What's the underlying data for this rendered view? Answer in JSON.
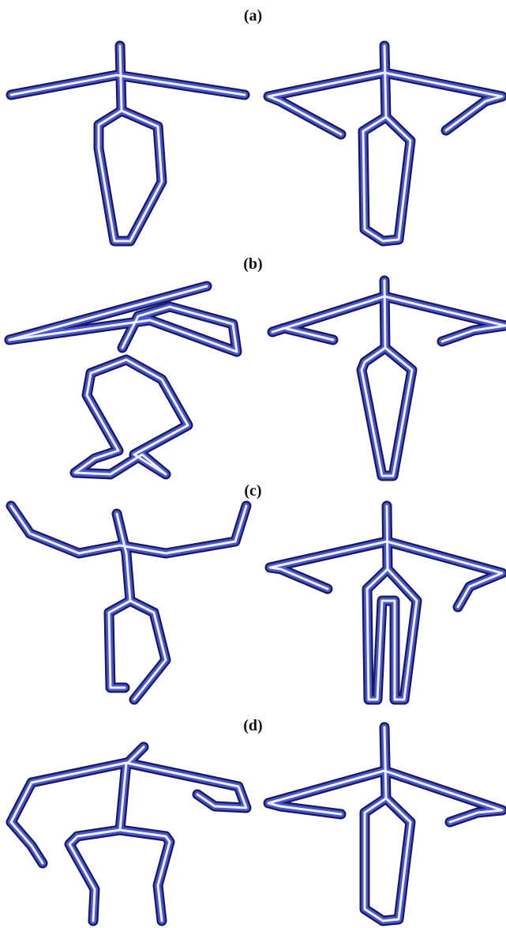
{
  "labels": {
    "a": "(a)",
    "b": "(b)",
    "c": "(c)",
    "d": "(d)"
  },
  "colors": {
    "wire_dark": "#17185e",
    "wire_mid": "#4a55d0",
    "wire_highlight": "#eef0ff",
    "background": "#ffffff"
  }
}
